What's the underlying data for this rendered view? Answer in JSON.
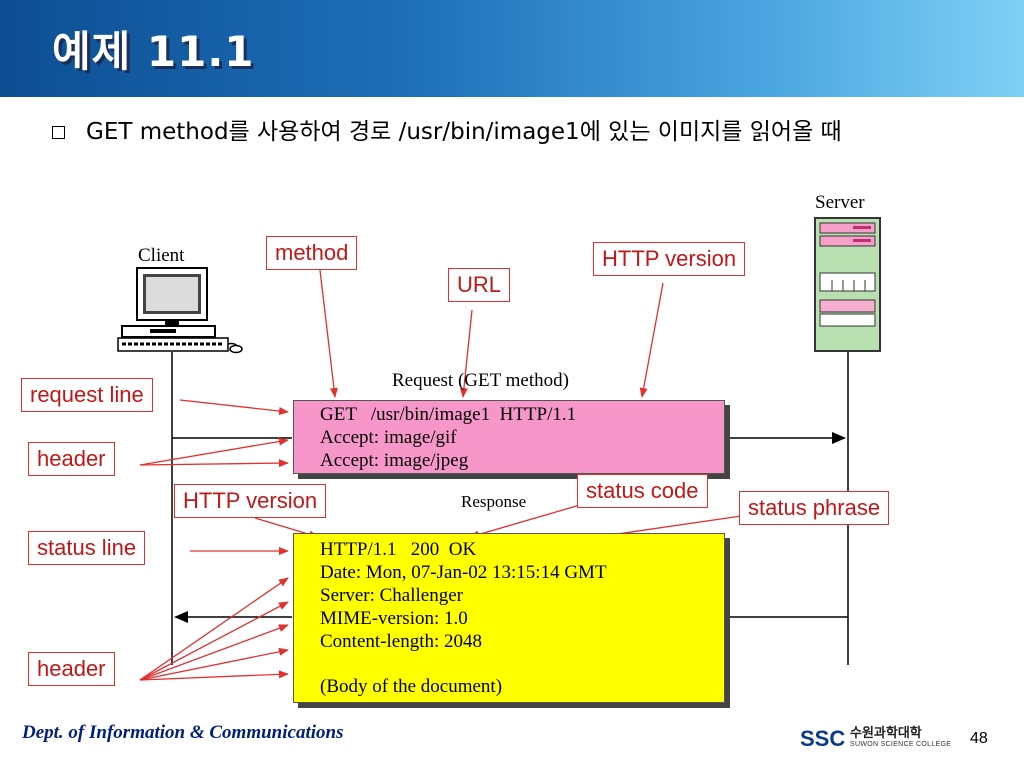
{
  "slide": {
    "title": "예제 11.1",
    "bullet": "GET method를 사용하여 경로 /usr/bin/image1에 있는 이미지를 읽어올 때",
    "footer": "Dept. of  Information & Communications",
    "page_number": "48",
    "logo": {
      "abbr": "SSC",
      "name_kr": "수원과학대학",
      "name_en": "SUWON SCIENCE COLLEGE"
    }
  },
  "diagram": {
    "client_label": "Client",
    "server_label": "Server",
    "request_title": "Request (GET method)",
    "response_title": "Response",
    "request_lines": [
      "GET   /usr/bin/image1  HTTP/1.1",
      "Accept: image/gif",
      "Accept: image/jpeg"
    ],
    "response_lines": [
      "HTTP/1.1   200  OK",
      "Date: Mon, 07-Jan-02 13:15:14 GMT",
      "Server: Challenger",
      "MIME-version: 1.0",
      "Content-length: 2048"
    ],
    "response_body": "(Body of the document)",
    "annotations": {
      "method": "method",
      "url": "URL",
      "http_version_request": "HTTP version",
      "request_line": "request line",
      "header_request": "header",
      "http_version_response": "HTTP version",
      "status_code": "status code",
      "status_phrase": "status phrase",
      "status_line": "status line",
      "header_response": "header"
    },
    "colors": {
      "request_fill": "#f797c9",
      "response_fill": "#ffff00",
      "annotation_red": "#e03030"
    }
  }
}
